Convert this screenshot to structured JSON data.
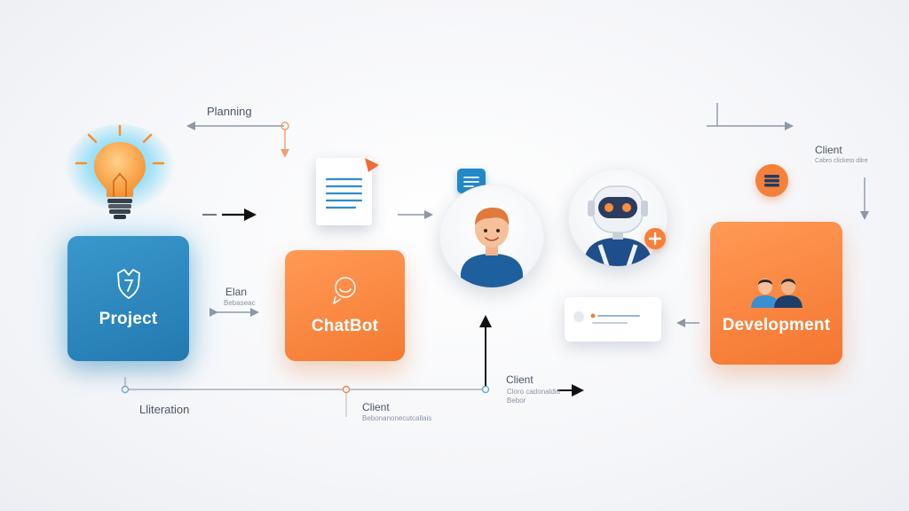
{
  "cards": {
    "project": "Project",
    "chatbot": "ChatBot",
    "development": "Development"
  },
  "labels": {
    "planning": "Planning",
    "client_top_right": "Client",
    "client_top_right_sub": "Cabro clicketo dilre",
    "client_bottom_right": "Client",
    "client_bottom_right_sub_1": "Cloro cadonaldio",
    "client_bottom_right_sub_2": "Bebor",
    "elan": "Elan",
    "elan_sub": "Bebaseac",
    "lliteration": "Lliteration",
    "client_bottom_middle": "Client",
    "client_bottom_middle_sub": "Bebonanonecutcallais"
  },
  "colors": {
    "blue": "#2a86bf",
    "orange": "#f5803a",
    "line_gray": "#8d97a8",
    "arrow_black": "#111111"
  }
}
